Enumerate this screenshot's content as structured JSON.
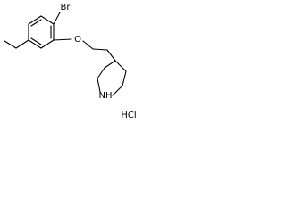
{
  "molecule": {
    "atoms": {
      "bromine": "Br",
      "oxygen": "O",
      "amine": "NH"
    },
    "salt": "HCl"
  }
}
